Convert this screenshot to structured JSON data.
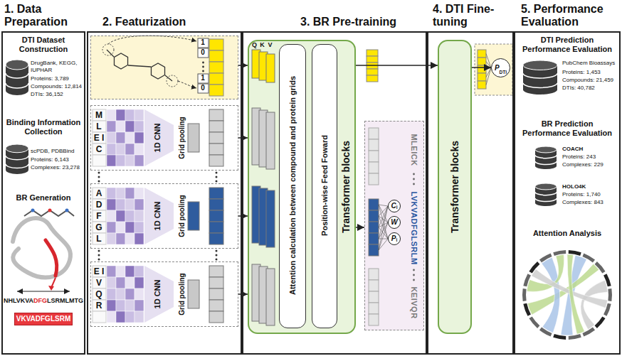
{
  "diagram": {
    "nodes": [
      {
        "text": [
          "1. Data Preparation"
        ]
      },
      {
        "text": [
          "2. Featurization"
        ]
      },
      {
        "text": [
          "3. BR Pre-training"
        ]
      },
      {
        "text": [
          "4. DTI Fine-tuning"
        ]
      },
      {
        "text": [
          "5. Performance Evaluation"
        ]
      },
      {
        "text": [
          "1",
          "0",
          "1",
          "0"
        ],
        "in": 1
      },
      {
        "text": [
          "M L E I C",
          "1D CNN",
          "Grid pooling"
        ],
        "in": 1
      },
      {
        "text": [
          "A D F G L",
          "1D CNN",
          "Grid pooling"
        ],
        "in": 1
      },
      {
        "text": [
          "E I V Q R",
          "1D CNN",
          "Grid pooling"
        ],
        "in": 1
      },
      {
        "text": [
          "Transformer blocks"
        ],
        "in": 2
      },
      {
        "text": [
          "Attention calculation between compound and protein grids"
        ],
        "in": 9
      },
      {
        "text": [
          "Position-wise Feed Foward"
        ],
        "in": 9
      },
      {
        "text": [
          "MLEICK",
          "LVKVADFGLSRLM",
          "KEIVQR"
        ],
        "in": 2
      },
      {
        "text": [
          "C",
          "i"
        ],
        "in": 12
      },
      {
        "text": [
          "W"
        ],
        "in": 12
      },
      {
        "text": [
          "P",
          "i"
        ],
        "in": 12
      },
      {
        "text": [
          "Transformer blocks"
        ],
        "in": 3
      },
      {
        "text": [
          "P",
          "DTI"
        ],
        "in": 3
      }
    ],
    "edges": [
      {
        "from": 5,
        "to": 9,
        "arrow": "to"
      },
      {
        "from": 6,
        "to": 9,
        "arrow": "to"
      },
      {
        "from": 7,
        "to": 9,
        "arrow": "to"
      },
      {
        "from": 8,
        "to": 9,
        "arrow": "to"
      },
      {
        "from": 9,
        "to": 12,
        "arrow": "to"
      },
      {
        "from": 9,
        "to": 16,
        "arrow": "to"
      },
      {
        "from": 16,
        "to": 17,
        "arrow": "to"
      }
    ],
    "labels": [
      "DTI Dataset Construction",
      "DrugBank, KEGG, IUPHAR",
      "Proteins: 3,789",
      "Compounds: 12,814",
      "DTIs: 36,152",
      "Binding Information Collection",
      "scPDB, PDBBind",
      "Proteins: 6,143",
      "Complexes: 23,278",
      "BR Generation",
      "NHLVKVA",
      "DFG",
      "LSRMLMTG",
      "VKVADFGLSRM",
      "Q",
      "K",
      "V",
      "DTI Prediction Performance Evaluation",
      "PubChem Bioassays",
      "Proteins: 1,453",
      "Compounds: 21,459",
      "DTIs: 40,782",
      "BR Prediction Performance Evaluation",
      "COACH",
      "Proteins: 243",
      "Complexes: 229",
      "HOLO4K",
      "Proteins: 1,740",
      "Complexes: 843",
      "Attention Analysis"
    ]
  }
}
